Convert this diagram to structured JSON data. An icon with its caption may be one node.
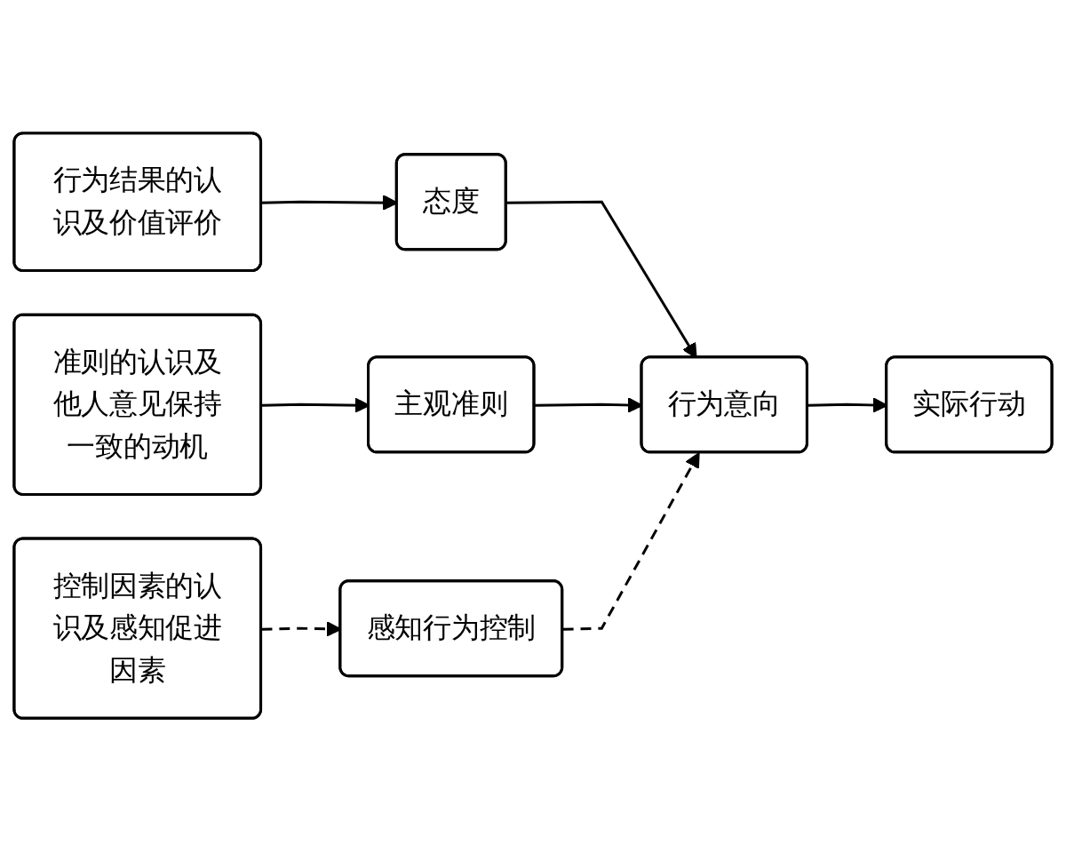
{
  "diagram": {
    "nodes": [
      {
        "text": [
          "行为结果的认识及价值评价"
        ]
      },
      {
        "text": [
          "态度"
        ]
      },
      {
        "text": [
          "准则的认识及他人意见保持一致的动机"
        ]
      },
      {
        "text": [
          "主观准则"
        ]
      },
      {
        "text": [
          "控制因素的认识及感知促进因素"
        ]
      },
      {
        "text": [
          "感知行为控制"
        ]
      },
      {
        "text": [
          "行为意向"
        ]
      },
      {
        "text": [
          "实际行动"
        ]
      }
    ],
    "edges": [
      {
        "from": 0,
        "to": 1,
        "arrow": "to"
      },
      {
        "from": 1,
        "to": 6,
        "arrow": "to"
      },
      {
        "from": 2,
        "to": 3,
        "arrow": "to"
      },
      {
        "from": 3,
        "to": 6,
        "arrow": "to"
      },
      {
        "from": 4,
        "to": 5,
        "arrow": "to",
        "style": "dashed"
      },
      {
        "from": 5,
        "to": 6,
        "arrow": "to",
        "style": "dashed"
      },
      {
        "from": 6,
        "to": 7,
        "arrow": "to"
      }
    ]
  }
}
